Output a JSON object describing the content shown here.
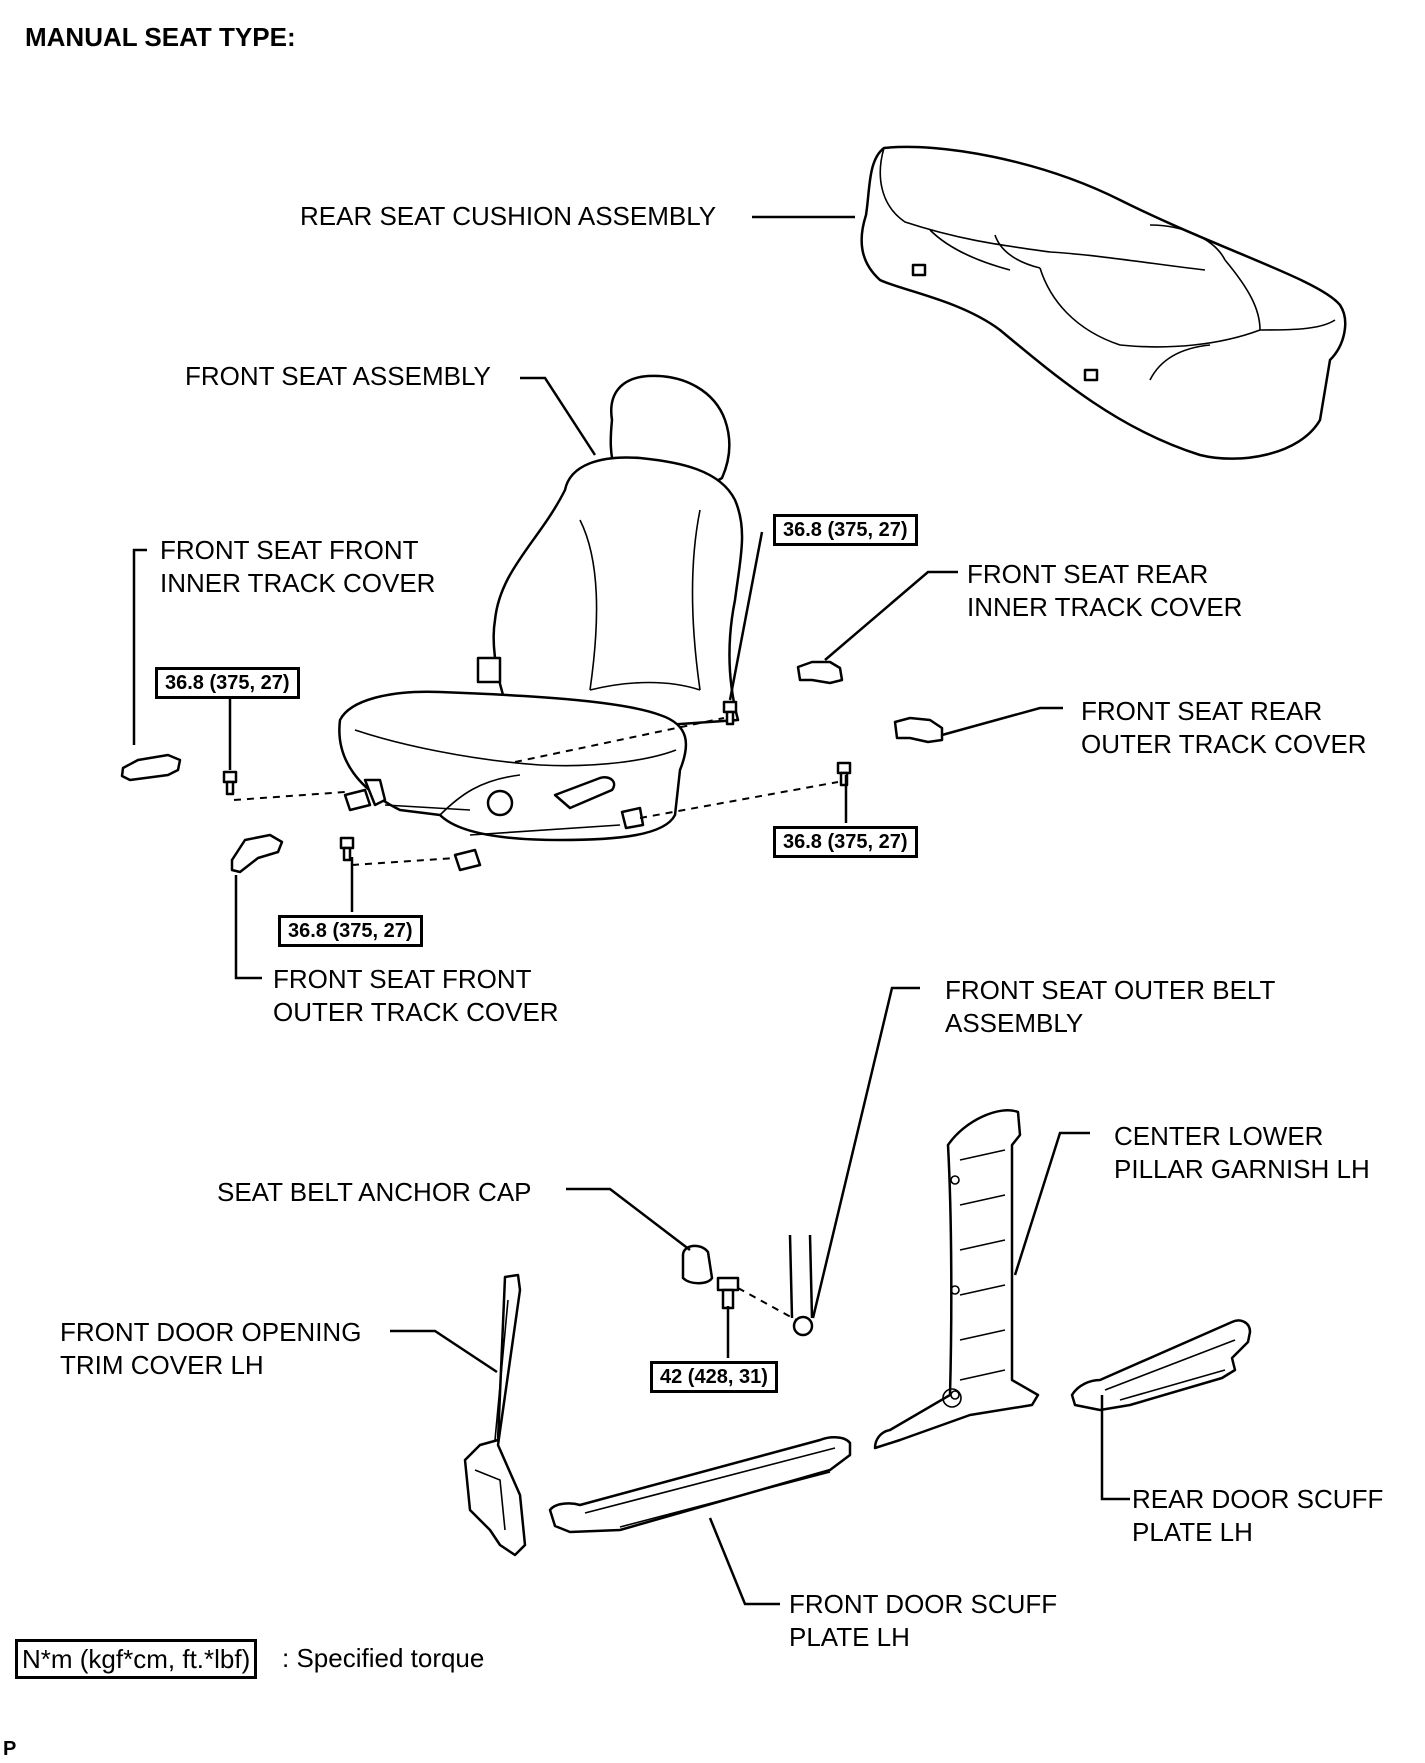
{
  "heading": "MANUAL SEAT TYPE:",
  "labels": {
    "rear_seat_cushion": "REAR SEAT CUSHION ASSEMBLY",
    "front_seat": "FRONT SEAT ASSEMBLY",
    "front_inner_track_cover": "FRONT SEAT FRONT\nINNER TRACK COVER",
    "rear_inner_track_cover": "FRONT SEAT REAR\nINNER TRACK COVER",
    "rear_outer_track_cover": "FRONT SEAT REAR\nOUTER TRACK COVER",
    "front_outer_track_cover": "FRONT SEAT FRONT\nOUTER TRACK COVER",
    "outer_belt": "FRONT SEAT OUTER BELT\nASSEMBLY",
    "center_pillar_garnish": "CENTER LOWER\nPILLAR GARNISH LH",
    "anchor_cap": "SEAT BELT ANCHOR CAP",
    "door_opening_trim": "FRONT DOOR OPENING\nTRIM COVER LH",
    "rear_scuff_plate": "REAR DOOR SCUFF\nPLATE LH",
    "front_scuff_plate": "FRONT DOOR SCUFF\nPLATE LH"
  },
  "torques": {
    "rear_inner_bolt": "36.8 (375, 27)",
    "front_inner_bolt": "36.8 (375, 27)",
    "rear_outer_bolt": "36.8 (375, 27)",
    "front_outer_bolt": "36.8 (375, 27)",
    "anchor_bolt": "42 (428, 31)"
  },
  "legend": {
    "box": "N*m (kgf*cm, ft.*lbf)",
    "text": ": Specified torque"
  },
  "corner_mark": "P"
}
